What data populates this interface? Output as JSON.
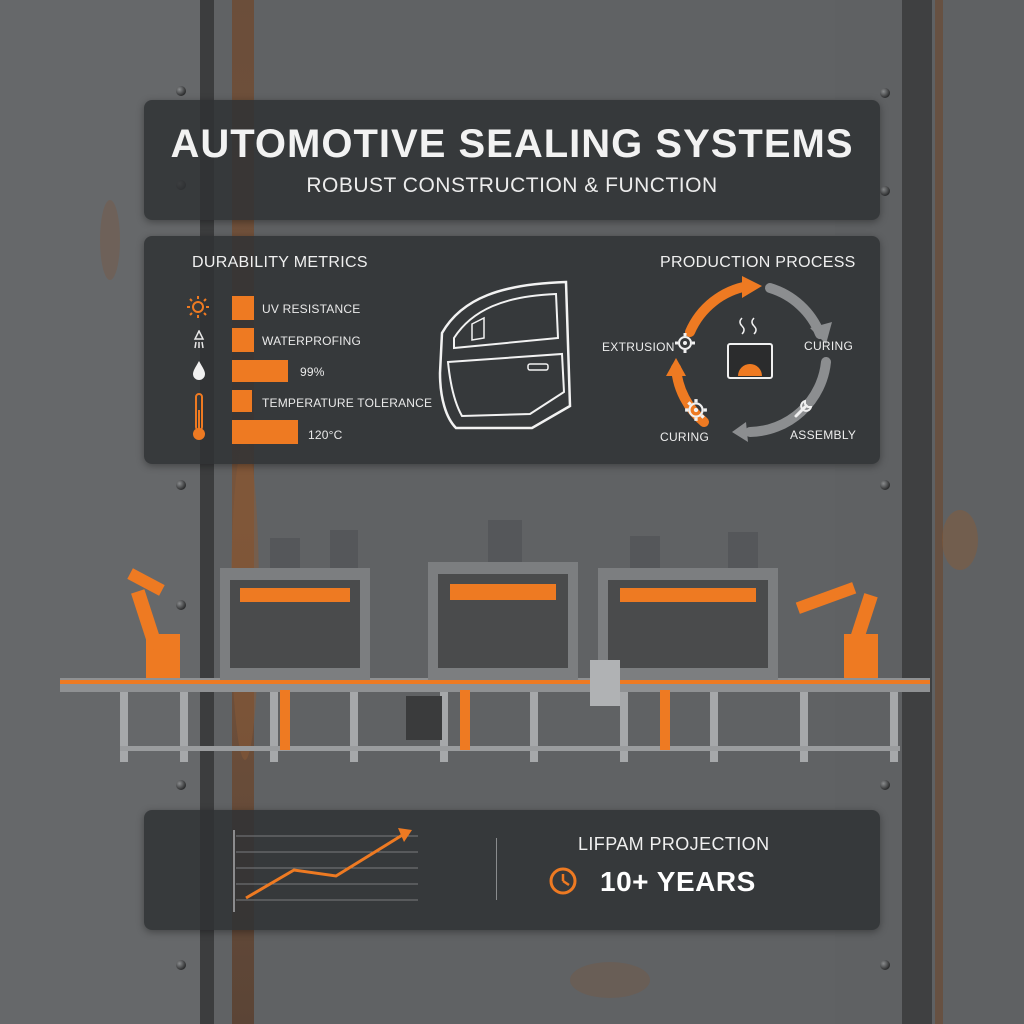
{
  "header": {
    "title": "AUTOMOTIVE SEALING SYSTEMS",
    "subtitle": "ROBUST CONSTRUCTION & FUNCTION"
  },
  "durability": {
    "heading": "DURABILITY METRICS",
    "metrics": [
      {
        "label": "UV RESISTANCE",
        "icon": "sun-icon"
      },
      {
        "label": "WATERPROFING",
        "icon": "rain-icon"
      },
      {
        "label": "99%",
        "icon": "water-drop-icon"
      },
      {
        "label": "TEMPERATURE TOLERANCE",
        "icon": "thermometer-icon"
      },
      {
        "label": "120°C",
        "icon": ""
      }
    ]
  },
  "process": {
    "heading": "PRODUCTION PROCESS",
    "steps": [
      "EXTRUSION",
      "CURING",
      "ASSEMBLY",
      "CURING"
    ]
  },
  "lifespan": {
    "label": "LIFPAM PROJECTION",
    "value": "10+ YEARS"
  },
  "colors": {
    "accent": "#ee7a22",
    "panel": "#303234",
    "text": "#f0f0f0"
  }
}
